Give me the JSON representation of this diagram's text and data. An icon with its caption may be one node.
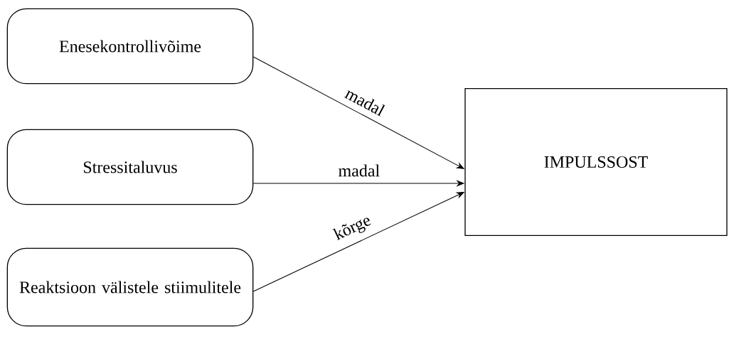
{
  "diagram": {
    "nodes": [
      {
        "text": [
          "Enesekontrollivõime"
        ]
      },
      {
        "text": [
          "Stressitaluvus"
        ]
      },
      {
        "text": [
          "Reaktsioon välistele stiimulitele"
        ]
      },
      {
        "text": [
          "IMPULSSOST"
        ]
      }
    ],
    "edges": [
      {
        "from": 0,
        "to": 3,
        "arrow": "to",
        "label": "madal"
      },
      {
        "from": 1,
        "to": 3,
        "arrow": "to",
        "label": "madal"
      },
      {
        "from": 2,
        "to": 3,
        "arrow": "to",
        "label": "kõrge"
      }
    ]
  }
}
